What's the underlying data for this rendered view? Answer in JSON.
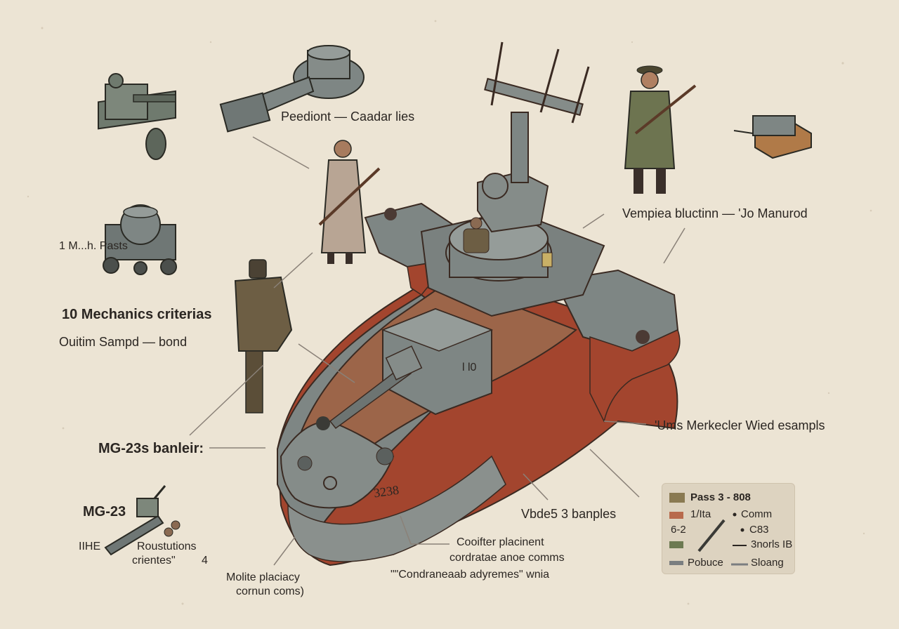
{
  "labels": {
    "top_gun": "Peediont — Caadar lies",
    "left_mount": "1 M...h. Pasts",
    "mechanics_title": "10 Mechanics criterias",
    "mechanics_sub": "Ouitim Sampd — bond",
    "mg23s": "MG-23s banleir:",
    "mg23": "MG-23",
    "mg23_note_a": "IIHE",
    "mg23_note_b": "Roustutions",
    "mg23_note_c": "crientes\"",
    "mg23_note_d": "4",
    "right_soldier": "Vempiea bluctinn — 'Jo Manurod",
    "right_hull": "'Ums Merkecler Wied esampls",
    "bottom_mid": "Vbde5 3 banples",
    "center_a": "Cooifter placinent",
    "center_b": "cordratae anoe comms",
    "center_c": "\"\"Condraneaab adyremes\" wnia",
    "bottom_left_a": "Molite placiacy",
    "bottom_left_b": "cornun coms)",
    "hull_number": "3238",
    "deck_mark": "l l0"
  },
  "legend": {
    "title": "Pass 3 - 808",
    "items": [
      {
        "label": "1/Ita",
        "color": "#b86a4c"
      },
      {
        "label": "Comm",
        "color": null
      },
      {
        "label": "6-2",
        "color": null
      },
      {
        "label": "C83",
        "color": null
      },
      {
        "label": "",
        "color": "#6d7a52"
      },
      {
        "label": "3norls IB",
        "color": null
      },
      {
        "label": "Pobuce",
        "color": "#7a7e80"
      },
      {
        "label": "Sloang",
        "color": null
      }
    ],
    "title_color": "#8a7a52"
  },
  "colors": {
    "paper": "#ece4d4",
    "hull_grey": "#7e8684",
    "hull_red": "#a3452e",
    "deck_brown": "#9c6549",
    "olive": "#6d6a4a",
    "khaki": "#8a7a5a"
  }
}
